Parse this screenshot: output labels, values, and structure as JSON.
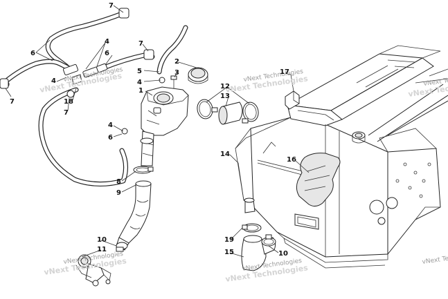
{
  "diagram": {
    "labels": [
      {
        "id": "7a",
        "text": "7"
      },
      {
        "id": "6a",
        "text": "6"
      },
      {
        "id": "4a",
        "text": "4"
      },
      {
        "id": "6b",
        "text": "6"
      },
      {
        "id": "7b",
        "text": "7"
      },
      {
        "id": "2",
        "text": "2"
      },
      {
        "id": "5",
        "text": "5"
      },
      {
        "id": "3",
        "text": "3"
      },
      {
        "id": "4b",
        "text": "4"
      },
      {
        "id": "4c",
        "text": "4"
      },
      {
        "id": "7c",
        "text": "7"
      },
      {
        "id": "18",
        "text": "18"
      },
      {
        "id": "7d",
        "text": "7"
      },
      {
        "id": "1",
        "text": "1"
      },
      {
        "id": "4d",
        "text": "4"
      },
      {
        "id": "6c",
        "text": "6"
      },
      {
        "id": "12",
        "text": "12"
      },
      {
        "id": "13",
        "text": "13"
      },
      {
        "id": "17",
        "text": "17"
      },
      {
        "id": "14",
        "text": "14"
      },
      {
        "id": "16",
        "text": "16"
      },
      {
        "id": "8",
        "text": "8"
      },
      {
        "id": "9",
        "text": "9"
      },
      {
        "id": "10a",
        "text": "10"
      },
      {
        "id": "11",
        "text": "11"
      },
      {
        "id": "19",
        "text": "19"
      },
      {
        "id": "15",
        "text": "15"
      },
      {
        "id": "10b",
        "text": "10"
      }
    ],
    "watermarks": [
      {
        "id": "w1",
        "text": "vNext Technologies"
      },
      {
        "id": "w2",
        "text": "vNext Technologies"
      },
      {
        "id": "w3",
        "text": "vNext Technologies"
      },
      {
        "id": "w4",
        "text": "vNext Technologies"
      },
      {
        "id": "w5",
        "text": "vNext Technologies"
      },
      {
        "id": "w6",
        "text": "vNext Technologies"
      },
      {
        "id": "w7",
        "text": "vNext Technologies"
      },
      {
        "id": "w8",
        "text": "vNext Technologies"
      },
      {
        "id": "w9",
        "text": "vNext Te"
      },
      {
        "id": "w10",
        "text": "vNext Technologies"
      },
      {
        "id": "w11",
        "text": "vNext Te"
      }
    ]
  }
}
